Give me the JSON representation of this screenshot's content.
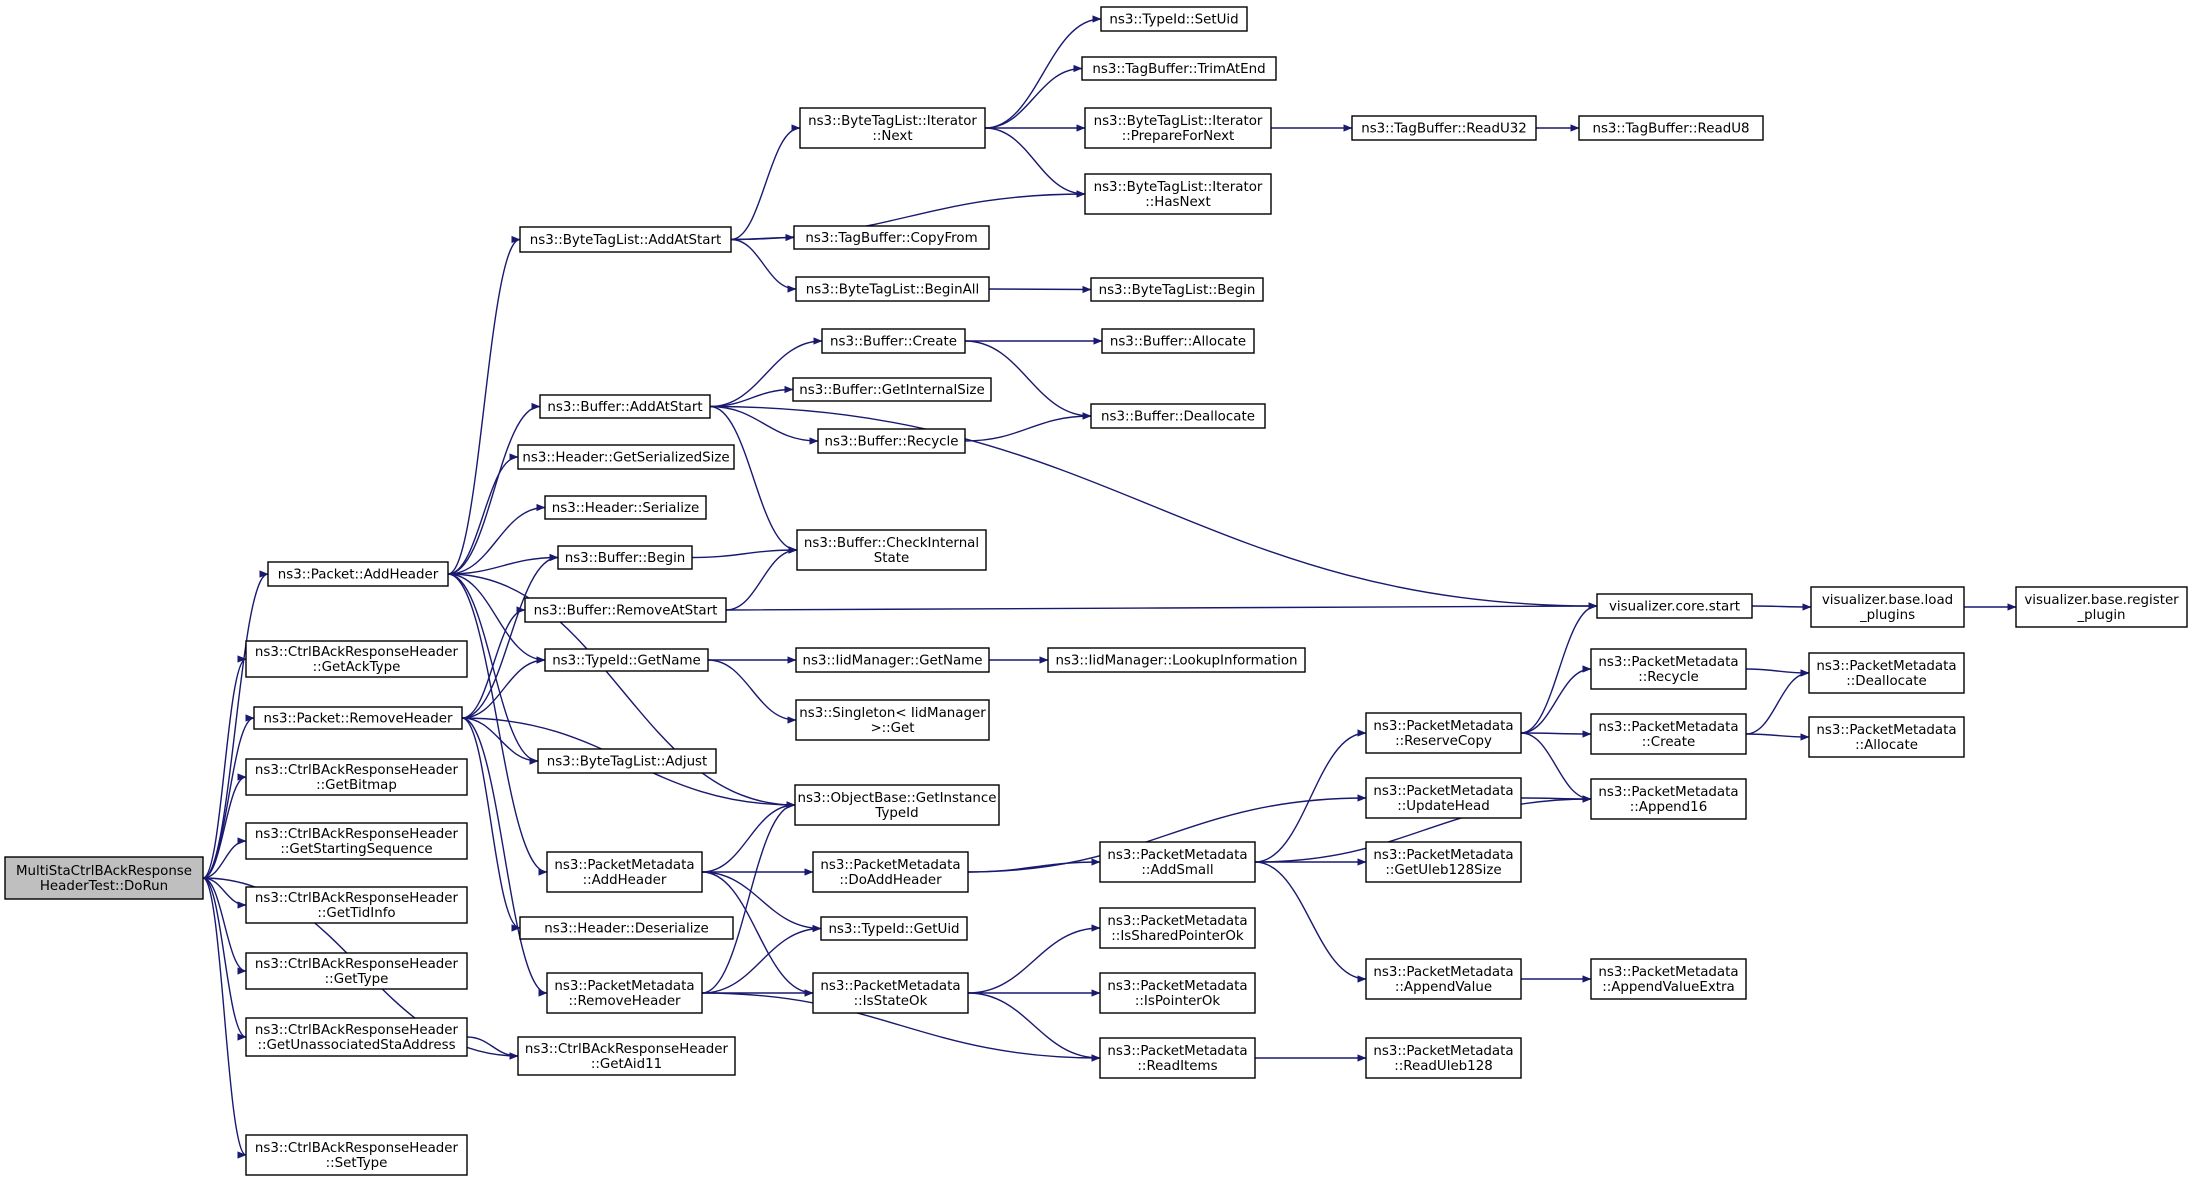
{
  "graph": {
    "title": "",
    "colors": {
      "edge": "#191970",
      "root_fill": "#bfbfbf",
      "node_fill": "#ffffff",
      "border": "#000000"
    },
    "nodes": [
      {
        "id": "root",
        "lines": [
          "MultiStaCtrlBAckResponse",
          "HeaderTest::DoRun"
        ],
        "root": true
      },
      {
        "id": "pkt_addheader",
        "lines": [
          "ns3::Packet::AddHeader"
        ]
      },
      {
        "id": "getacktype",
        "lines": [
          "ns3::CtrlBAckResponseHeader",
          "::GetAckType"
        ]
      },
      {
        "id": "pkt_removeheader",
        "lines": [
          "ns3::Packet::RemoveHeader"
        ]
      },
      {
        "id": "getbitmap",
        "lines": [
          "ns3::CtrlBAckResponseHeader",
          "::GetBitmap"
        ]
      },
      {
        "id": "getstartseq",
        "lines": [
          "ns3::CtrlBAckResponseHeader",
          "::GetStartingSequence"
        ]
      },
      {
        "id": "gettidinfo",
        "lines": [
          "ns3::CtrlBAckResponseHeader",
          "::GetTidInfo"
        ]
      },
      {
        "id": "gettype",
        "lines": [
          "ns3::CtrlBAckResponseHeader",
          "::GetType"
        ]
      },
      {
        "id": "getunassoc",
        "lines": [
          "ns3::CtrlBAckResponseHeader",
          "::GetUnassociatedStaAddress"
        ]
      },
      {
        "id": "settype",
        "lines": [
          "ns3::CtrlBAckResponseHeader",
          "::SetType"
        ]
      },
      {
        "id": "btl_addatstart",
        "lines": [
          "ns3::ByteTagList::AddAtStart"
        ]
      },
      {
        "id": "buf_addatstart",
        "lines": [
          "ns3::Buffer::AddAtStart"
        ]
      },
      {
        "id": "hdr_getsersize",
        "lines": [
          "ns3::Header::GetSerializedSize"
        ]
      },
      {
        "id": "hdr_serialize",
        "lines": [
          "ns3::Header::Serialize"
        ]
      },
      {
        "id": "buf_begin",
        "lines": [
          "ns3::Buffer::Begin"
        ]
      },
      {
        "id": "buf_removeatstart",
        "lines": [
          "ns3::Buffer::RemoveAtStart"
        ]
      },
      {
        "id": "typeid_getname",
        "lines": [
          "ns3::TypeId::GetName"
        ]
      },
      {
        "id": "btl_adjust",
        "lines": [
          "ns3::ByteTagList::Adjust"
        ]
      },
      {
        "id": "pm_addheader",
        "lines": [
          "ns3::PacketMetadata",
          "::AddHeader"
        ]
      },
      {
        "id": "hdr_deserialize",
        "lines": [
          "ns3::Header::Deserialize"
        ]
      },
      {
        "id": "pm_removeheader",
        "lines": [
          "ns3::PacketMetadata",
          "::RemoveHeader"
        ]
      },
      {
        "id": "getaid11",
        "lines": [
          "ns3::CtrlBAckResponseHeader",
          "::GetAid11"
        ]
      },
      {
        "id": "btli_next",
        "lines": [
          "ns3::ByteTagList::Iterator",
          "::Next"
        ]
      },
      {
        "id": "tb_copyfrom",
        "lines": [
          "ns3::TagBuffer::CopyFrom"
        ]
      },
      {
        "id": "btl_beginall",
        "lines": [
          "ns3::ByteTagList::BeginAll"
        ]
      },
      {
        "id": "buf_create",
        "lines": [
          "ns3::Buffer::Create"
        ]
      },
      {
        "id": "buf_getinternalsize",
        "lines": [
          "ns3::Buffer::GetInternalSize"
        ]
      },
      {
        "id": "buf_recycle",
        "lines": [
          "ns3::Buffer::Recycle"
        ]
      },
      {
        "id": "buf_checkinternal",
        "lines": [
          "ns3::Buffer::CheckInternal",
          "State"
        ]
      },
      {
        "id": "iid_getname",
        "lines": [
          "ns3::IidManager::GetName"
        ]
      },
      {
        "id": "singleton_get",
        "lines": [
          "ns3::Singleton< IidManager",
          ">::Get"
        ]
      },
      {
        "id": "ob_getinstance",
        "lines": [
          "ns3::ObjectBase::GetInstance",
          "TypeId"
        ]
      },
      {
        "id": "pm_doaddheader",
        "lines": [
          "ns3::PacketMetadata",
          "::DoAddHeader"
        ]
      },
      {
        "id": "typeid_getuid",
        "lines": [
          "ns3::TypeId::GetUid"
        ]
      },
      {
        "id": "pm_isstateok",
        "lines": [
          "ns3::PacketMetadata",
          "::IsStateOk"
        ]
      },
      {
        "id": "typeid_setuid",
        "lines": [
          "ns3::TypeId::SetUid"
        ]
      },
      {
        "id": "tb_trimatend",
        "lines": [
          "ns3::TagBuffer::TrimAtEnd"
        ]
      },
      {
        "id": "btli_preparefornext",
        "lines": [
          "ns3::ByteTagList::Iterator",
          "::PrepareForNext"
        ]
      },
      {
        "id": "btli_hasnext",
        "lines": [
          "ns3::ByteTagList::Iterator",
          "::HasNext"
        ]
      },
      {
        "id": "btl_begin",
        "lines": [
          "ns3::ByteTagList::Begin"
        ]
      },
      {
        "id": "buf_allocate",
        "lines": [
          "ns3::Buffer::Allocate"
        ]
      },
      {
        "id": "buf_deallocate",
        "lines": [
          "ns3::Buffer::Deallocate"
        ]
      },
      {
        "id": "iid_lookupinfo",
        "lines": [
          "ns3::IidManager::LookupInformation"
        ]
      },
      {
        "id": "pm_addsmall",
        "lines": [
          "ns3::PacketMetadata",
          "::AddSmall"
        ]
      },
      {
        "id": "pm_issharedpointerok",
        "lines": [
          "ns3::PacketMetadata",
          "::IsSharedPointerOk"
        ]
      },
      {
        "id": "pm_ispointerok",
        "lines": [
          "ns3::PacketMetadata",
          "::IsPointerOk"
        ]
      },
      {
        "id": "pm_readitems",
        "lines": [
          "ns3::PacketMetadata",
          "::ReadItems"
        ]
      },
      {
        "id": "tb_readu32",
        "lines": [
          "ns3::TagBuffer::ReadU32"
        ]
      },
      {
        "id": "pm_reservecopy",
        "lines": [
          "ns3::PacketMetadata",
          "::ReserveCopy"
        ]
      },
      {
        "id": "pm_updatehead",
        "lines": [
          "ns3::PacketMetadata",
          "::UpdateHead"
        ]
      },
      {
        "id": "pm_getuleb128size",
        "lines": [
          "ns3::PacketMetadata",
          "::GetUleb128Size"
        ]
      },
      {
        "id": "pm_appendvalue",
        "lines": [
          "ns3::PacketMetadata",
          "::AppendValue"
        ]
      },
      {
        "id": "pm_readuleb128",
        "lines": [
          "ns3::PacketMetadata",
          "::ReadUleb128"
        ]
      },
      {
        "id": "tb_readu8",
        "lines": [
          "ns3::TagBuffer::ReadU8"
        ]
      },
      {
        "id": "viz_core_start",
        "lines": [
          "visualizer.core.start"
        ]
      },
      {
        "id": "pm_recycle",
        "lines": [
          "ns3::PacketMetadata",
          "::Recycle"
        ]
      },
      {
        "id": "pm_create",
        "lines": [
          "ns3::PacketMetadata",
          "::Create"
        ]
      },
      {
        "id": "pm_append16",
        "lines": [
          "ns3::PacketMetadata",
          "::Append16"
        ]
      },
      {
        "id": "pm_appendvalueextra",
        "lines": [
          "ns3::PacketMetadata",
          "::AppendValueExtra"
        ]
      },
      {
        "id": "viz_base_load",
        "lines": [
          "visualizer.base.load",
          "_plugins"
        ]
      },
      {
        "id": "pm_deallocate",
        "lines": [
          "ns3::PacketMetadata",
          "::Deallocate"
        ]
      },
      {
        "id": "pm_allocate",
        "lines": [
          "ns3::PacketMetadata",
          "::Allocate"
        ]
      },
      {
        "id": "viz_base_register",
        "lines": [
          "visualizer.base.register",
          "_plugin"
        ]
      }
    ],
    "edges": [
      [
        "root",
        "pkt_addheader"
      ],
      [
        "root",
        "getacktype"
      ],
      [
        "root",
        "pkt_removeheader"
      ],
      [
        "root",
        "getbitmap"
      ],
      [
        "root",
        "getstartseq"
      ],
      [
        "root",
        "gettidinfo"
      ],
      [
        "root",
        "gettype"
      ],
      [
        "root",
        "getunassoc"
      ],
      [
        "root",
        "getaid11"
      ],
      [
        "root",
        "settype"
      ],
      [
        "pkt_addheader",
        "btl_addatstart"
      ],
      [
        "pkt_addheader",
        "buf_addatstart"
      ],
      [
        "pkt_addheader",
        "hdr_getsersize"
      ],
      [
        "pkt_addheader",
        "hdr_serialize"
      ],
      [
        "pkt_addheader",
        "buf_begin"
      ],
      [
        "pkt_addheader",
        "typeid_getname"
      ],
      [
        "pkt_addheader",
        "btl_adjust"
      ],
      [
        "pkt_addheader",
        "ob_getinstance"
      ],
      [
        "pkt_addheader",
        "pm_addheader"
      ],
      [
        "pkt_removeheader",
        "buf_begin"
      ],
      [
        "pkt_removeheader",
        "buf_removeatstart"
      ],
      [
        "pkt_removeheader",
        "typeid_getname"
      ],
      [
        "pkt_removeheader",
        "btl_adjust"
      ],
      [
        "pkt_removeheader",
        "ob_getinstance"
      ],
      [
        "pkt_removeheader",
        "hdr_deserialize"
      ],
      [
        "pkt_removeheader",
        "pm_removeheader"
      ],
      [
        "getunassoc",
        "getaid11"
      ],
      [
        "btl_addatstart",
        "btli_next"
      ],
      [
        "btl_addatstart",
        "tb_copyfrom"
      ],
      [
        "btl_addatstart",
        "btl_beginall"
      ],
      [
        "btl_addatstart",
        "btli_hasnext"
      ],
      [
        "btli_next",
        "typeid_setuid"
      ],
      [
        "btli_next",
        "tb_trimatend"
      ],
      [
        "btli_next",
        "btli_preparefornext"
      ],
      [
        "btli_next",
        "btli_hasnext"
      ],
      [
        "btli_preparefornext",
        "tb_readu32"
      ],
      [
        "tb_readu32",
        "tb_readu8"
      ],
      [
        "btl_beginall",
        "btl_begin"
      ],
      [
        "buf_addatstart",
        "buf_create"
      ],
      [
        "buf_addatstart",
        "buf_getinternalsize"
      ],
      [
        "buf_addatstart",
        "buf_recycle"
      ],
      [
        "buf_addatstart",
        "buf_checkinternal"
      ],
      [
        "buf_addatstart",
        "viz_core_start"
      ],
      [
        "buf_create",
        "buf_allocate"
      ],
      [
        "buf_create",
        "buf_deallocate"
      ],
      [
        "buf_recycle",
        "buf_deallocate"
      ],
      [
        "buf_begin",
        "buf_checkinternal"
      ],
      [
        "buf_removeatstart",
        "buf_checkinternal"
      ],
      [
        "buf_removeatstart",
        "viz_core_start"
      ],
      [
        "typeid_getname",
        "iid_getname"
      ],
      [
        "typeid_getname",
        "singleton_get"
      ],
      [
        "iid_getname",
        "iid_lookupinfo"
      ],
      [
        "pm_addheader",
        "ob_getinstance"
      ],
      [
        "pm_addheader",
        "pm_doaddheader"
      ],
      [
        "pm_addheader",
        "typeid_getuid"
      ],
      [
        "pm_addheader",
        "pm_isstateok"
      ],
      [
        "pm_removeheader",
        "ob_getinstance"
      ],
      [
        "pm_removeheader",
        "typeid_getuid"
      ],
      [
        "pm_removeheader",
        "pm_isstateok"
      ],
      [
        "pm_removeheader",
        "pm_readitems"
      ],
      [
        "pm_doaddheader",
        "pm_updatehead"
      ],
      [
        "pm_doaddheader",
        "pm_addsmall"
      ],
      [
        "pm_isstateok",
        "pm_issharedpointerok"
      ],
      [
        "pm_isstateok",
        "pm_ispointerok"
      ],
      [
        "pm_isstateok",
        "pm_readitems"
      ],
      [
        "pm_readitems",
        "pm_readuleb128"
      ],
      [
        "pm_addsmall",
        "pm_reservecopy"
      ],
      [
        "pm_addsmall",
        "pm_getuleb128size"
      ],
      [
        "pm_addsmall",
        "pm_appendvalue"
      ],
      [
        "pm_addsmall",
        "pm_append16"
      ],
      [
        "pm_reservecopy",
        "viz_core_start"
      ],
      [
        "pm_reservecopy",
        "pm_recycle"
      ],
      [
        "pm_reservecopy",
        "pm_create"
      ],
      [
        "pm_reservecopy",
        "pm_append16"
      ],
      [
        "pm_updatehead",
        "pm_append16"
      ],
      [
        "pm_appendvalue",
        "pm_appendvalueextra"
      ],
      [
        "pm_recycle",
        "pm_deallocate"
      ],
      [
        "pm_create",
        "pm_deallocate"
      ],
      [
        "pm_create",
        "pm_allocate"
      ],
      [
        "viz_core_start",
        "viz_base_load"
      ],
      [
        "viz_base_load",
        "viz_base_register"
      ]
    ]
  }
}
